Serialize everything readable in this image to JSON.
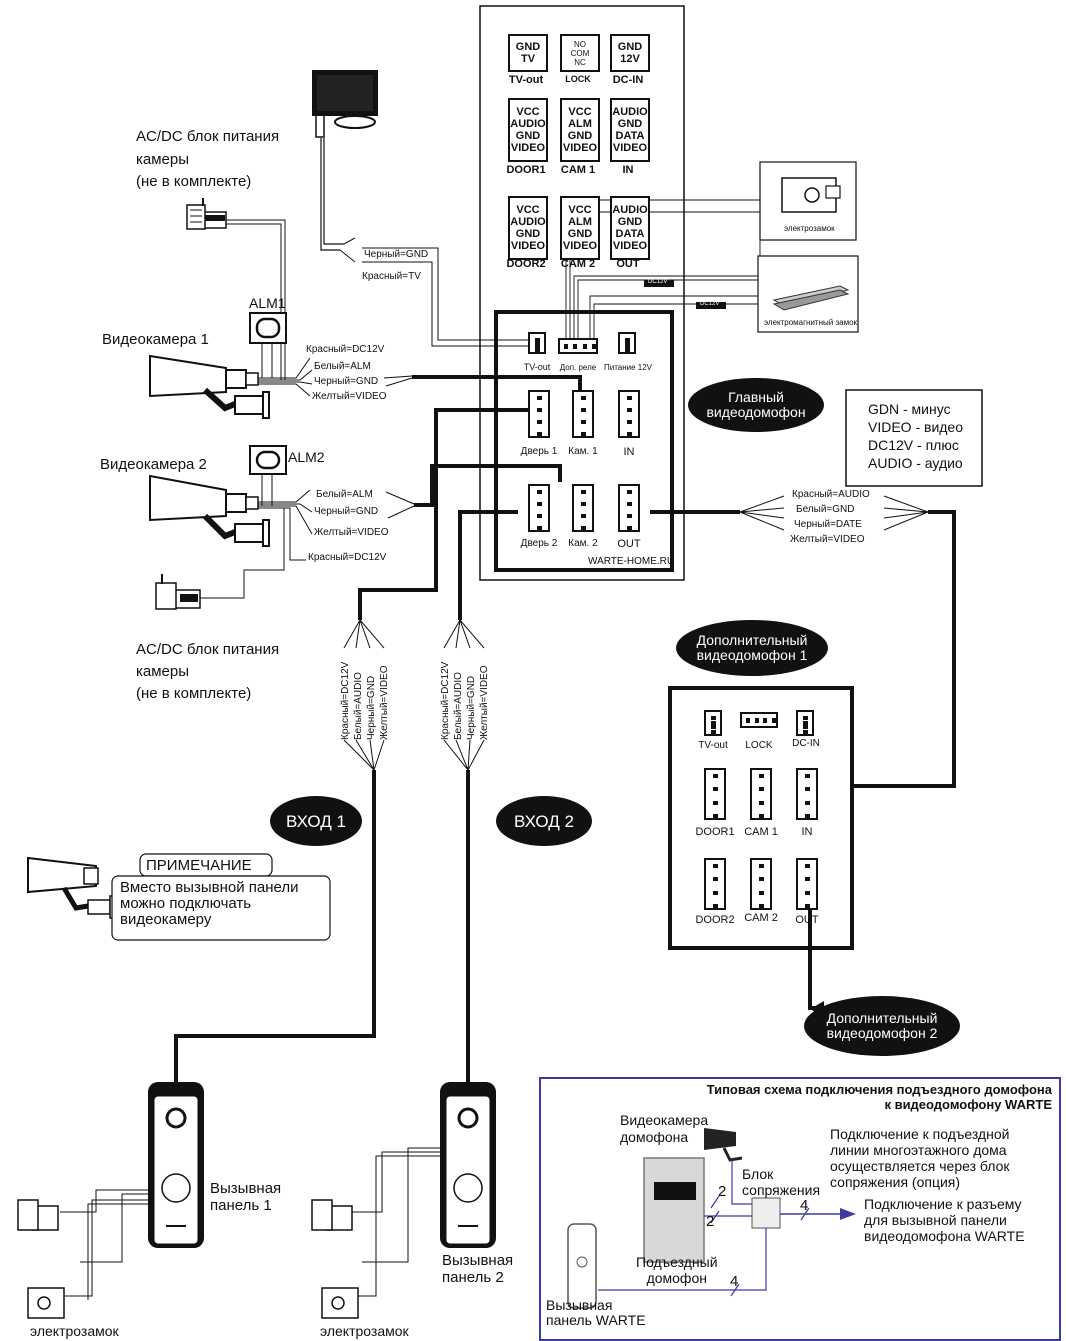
{
  "camera_power_top": {
    "l1": "AC/DC блок питания",
    "l2": "камеры",
    "l3": "(не в комплекте)"
  },
  "camera_power_bottom": {
    "l1": "AC/DC блок питания",
    "l2": "камеры",
    "l3": "(не в комплекте)"
  },
  "tv_wires": {
    "black": "Черный=GND",
    "red": "Красный=TV"
  },
  "alm1": "ALM1",
  "alm2": "ALM2",
  "camera1": {
    "title": "Видеокамера 1",
    "red": "Красный=DC12V",
    "white": "Белый=ALM",
    "black": "Черный=GND",
    "yellow": "Желтый=VIDEO"
  },
  "camera2": {
    "title": "Видеокамера 2",
    "white": "Белый=ALM",
    "black": "Черный=GND",
    "yellow": "Желтый=VIDEO",
    "red": "Красный=DC12V"
  },
  "main_panel": {
    "terms_top": [
      {
        "lines": [
          "GND",
          "TV"
        ],
        "name": "TV-out"
      },
      {
        "lines": [
          "NO",
          "COM",
          "NC"
        ],
        "name": "LOCK"
      },
      {
        "lines": [
          "GND",
          "12V"
        ],
        "name": "DC-IN"
      }
    ],
    "terms_mid": [
      {
        "lines": [
          "VCC",
          "AUDIO",
          "GND",
          "VIDEO"
        ],
        "name": "DOOR1"
      },
      {
        "lines": [
          "VCC",
          "ALM",
          "GND",
          "VIDEO"
        ],
        "name": "CAM 1"
      },
      {
        "lines": [
          "AUDIO",
          "GND",
          "DATA",
          "VIDEO"
        ],
        "name": "IN"
      }
    ],
    "terms_bot": [
      {
        "lines": [
          "VCC",
          "AUDIO",
          "GND",
          "VIDEO"
        ],
        "name": "DOOR2"
      },
      {
        "lines": [
          "VCC",
          "ALM",
          "GND",
          "VIDEO"
        ],
        "name": "CAM 2"
      },
      {
        "lines": [
          "AUDIO",
          "GND",
          "DATA",
          "VIDEO"
        ],
        "name": "OUT"
      }
    ],
    "conn_row1": [
      "TV-out",
      "Доп. реле",
      "Питание 12V"
    ],
    "conn_row2": [
      "Дверь 1",
      "Кам. 1",
      "IN"
    ],
    "conn_row3": [
      "Дверь 2",
      "Кам. 2",
      "OUT"
    ],
    "site": "WARTE-HOME.RU"
  },
  "locks": {
    "elec": "электрозамок",
    "magnetic": "электромагнитный замок",
    "dc12v": "DC12V"
  },
  "main_oval": {
    "l1": "Главный",
    "l2": "видеодомофон"
  },
  "legend": [
    "GDN - минус",
    "VIDEO - видео",
    "DC12V - плюс",
    "AUDIO - аудио"
  ],
  "out_wires": [
    "Красный=AUDIO",
    "Белый=GND",
    "Черный=DATE",
    "Желтый=VIDEO"
  ],
  "extra1_oval": {
    "l1": "Дополнительный",
    "l2": "видеодомофон 1"
  },
  "extra2_oval": {
    "l1": "Дополнительный",
    "l2": "видеодомофон 2"
  },
  "extra_panel": {
    "row1": [
      "TV-out",
      "LOCK",
      "DC-IN"
    ],
    "row2": [
      "DOOR1",
      "CAM 1",
      "IN"
    ],
    "row3": [
      "DOOR2",
      "CAM 2",
      "OUT"
    ]
  },
  "input1_wires": [
    "Красный=DC12V",
    "Белый=AUDIO",
    "Черный=GND",
    "Желтый=VIDEO"
  ],
  "input2_wires": [
    "Красный=DC12V",
    "Белый=AUDIO",
    "Черный=GND",
    "Желтый=VIDEO"
  ],
  "input1": "ВХОД 1",
  "input2": "ВХОД 2",
  "note": {
    "title": "ПРИМЕЧАНИЕ",
    "l1": "Вместо вызывной панели",
    "l2": "можно подключать",
    "l3": "видеокамеру"
  },
  "panel1": {
    "l1": "Вызывная",
    "l2": "панель 1"
  },
  "panel2": {
    "l1": "Вызывная",
    "l2": "панель 2"
  },
  "lock1": "электрозамок",
  "lock2": "электрозамок",
  "typical": {
    "title1": "Типовая схема подключения подъездного домофона",
    "title2": "к видеодомофону WARTE",
    "cam_l1": "Видеокамера",
    "cam_l2": "домофона",
    "desc": [
      "Подключение к подъездной",
      "линии многоэтажного дома",
      "осуществляется через блок",
      "сопряжения (опция)"
    ],
    "block_l1": "Блок",
    "block_l2": "сопряжения",
    "conn": [
      "Подключение к разъему",
      "для вызывной панели",
      "видеодомофона WARTE"
    ],
    "entr_l1": "Подъездный",
    "entr_l2": "домофон",
    "warte_l1": "Вызывная",
    "warte_l2": "панель WARTE",
    "n2a": "2",
    "n2b": "2",
    "n4a": "4",
    "n4b": "4"
  }
}
